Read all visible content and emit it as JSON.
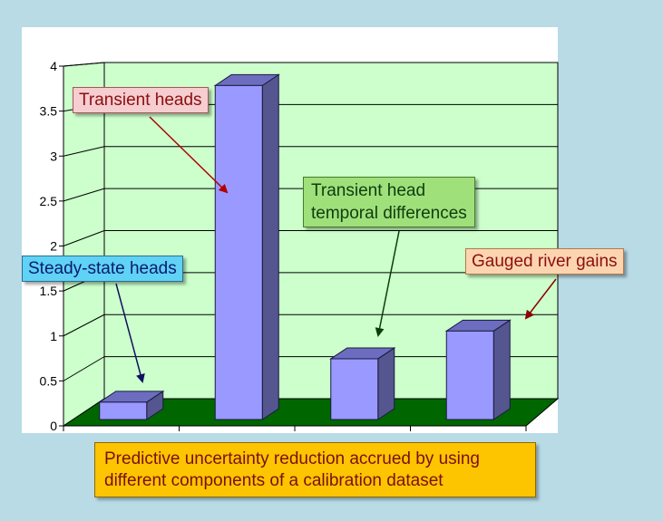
{
  "chart_data": {
    "type": "bar",
    "categories": [
      "Steady-state heads",
      "Transient heads",
      "Transient head temporal differences",
      "Gauged river gains"
    ],
    "values": [
      0.2,
      3.85,
      0.7,
      1.02
    ],
    "y_ticks": [
      "0",
      "0.5",
      "1",
      "1.5",
      "2",
      "2.5",
      "3",
      "3.5",
      "4"
    ],
    "ylim": [
      0,
      4
    ],
    "grid": true,
    "projection": "3d"
  },
  "colors": {
    "background": "#b8dbe6",
    "plot_area": "#ccffcc",
    "floor": "#006600",
    "bar_front": "#9999ff",
    "bar_top": "#6d6dc0",
    "bar_side": "#55558f"
  },
  "annotations": {
    "transient": "Transient heads",
    "temporal_line1": "Transient head",
    "temporal_line2": "temporal differences",
    "steady": "Steady-state heads",
    "river": "Gauged river gains"
  },
  "caption": {
    "line1": "Predictive uncertainty reduction accrued by using",
    "line2": "different components of a calibration dataset"
  }
}
